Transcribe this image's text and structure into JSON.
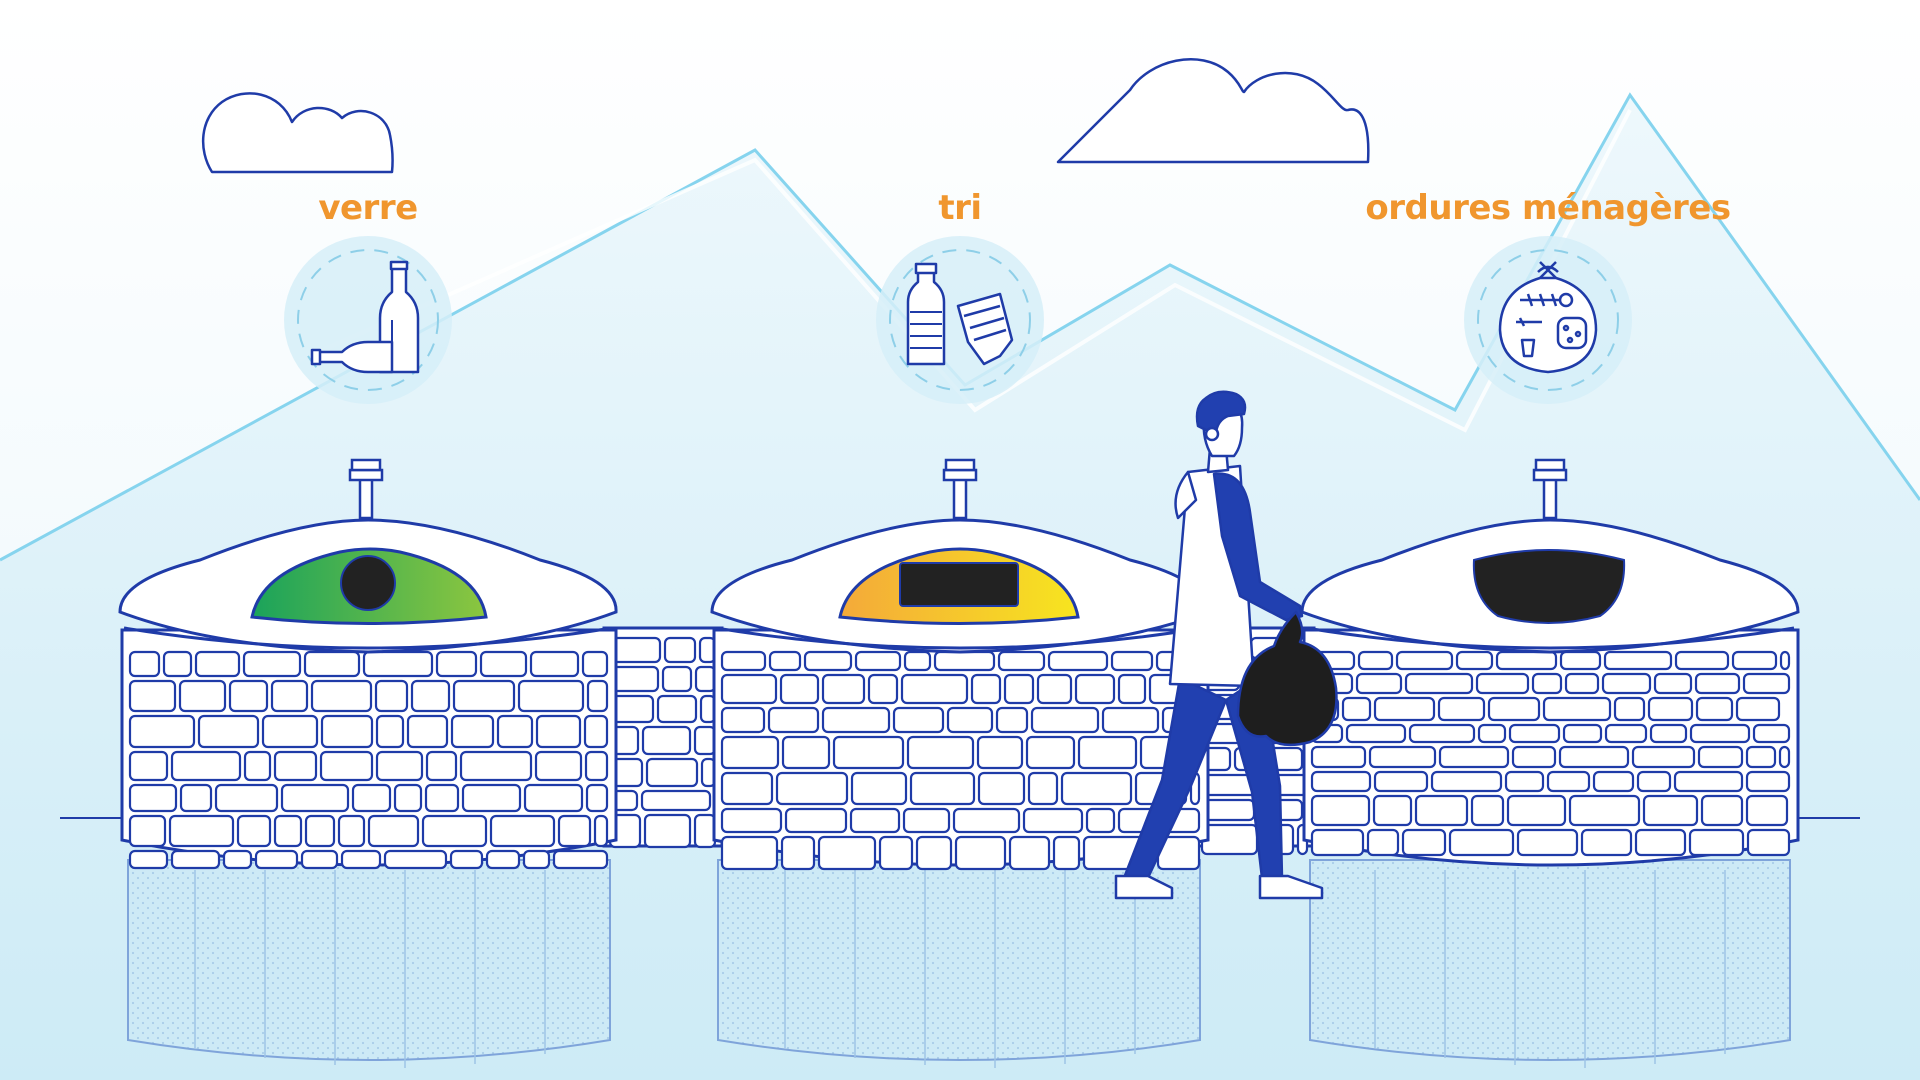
{
  "colors": {
    "label": "#F0962E",
    "outline": "#1F3BA8",
    "sky": "#E1F3FA",
    "mountain_line": "#7FD3EE",
    "glass": "#4CB747",
    "sorting": "#F6C624",
    "household": "#222222",
    "person_jacket": "#2140B0",
    "bag": "#1E1E1E"
  },
  "bins": [
    {
      "label": "verre",
      "waste_icon": "glass-bottles-icon",
      "slot_color": "green",
      "opening": "round-hole"
    },
    {
      "label": "tri",
      "waste_icon": "bottle-and-newspaper-icon",
      "slot_color": "yellow",
      "opening": "rectangular-slot"
    },
    {
      "label": "ordures ménagères",
      "waste_icon": "trash-bag-icon",
      "slot_color": "black",
      "opening": "wide-opening"
    }
  ],
  "figures": {
    "person": "person-carrying-bag",
    "bag": "black-trash-bag"
  },
  "decor": [
    "cloud-left",
    "cloud-center",
    "mountains",
    "stone-wall",
    "ground-line"
  ]
}
